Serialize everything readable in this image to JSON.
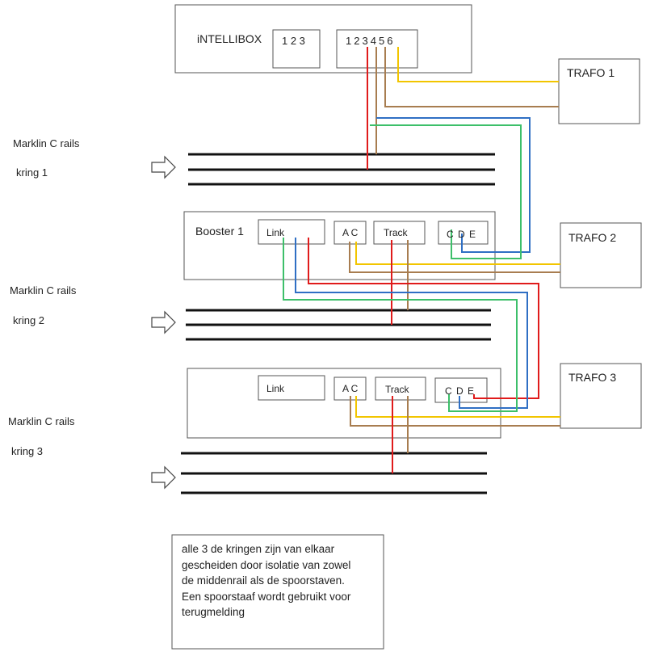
{
  "intellibox": {
    "title": "iNTELLIBOX",
    "port_group_a": "1 2 3",
    "port_group_b": "1 2 3 4 5 6"
  },
  "trafos": [
    "TRAFO 1",
    "TRAFO 2",
    "TRAFO 3"
  ],
  "rail_sections": [
    {
      "name": "Marklin C rails",
      "circuit": "kring 1"
    },
    {
      "name": "Marklin C rails",
      "circuit": "kring 2"
    },
    {
      "name": "Marklin C rails",
      "circuit": "kring 3"
    }
  ],
  "boosters": [
    {
      "title": "Booster 1",
      "link": "Link",
      "ac": "A C",
      "track": "Track",
      "cde": "C D E"
    },
    {
      "title": "",
      "link": "Link",
      "ac": "A C",
      "track": "Track",
      "cde": "C D E"
    }
  ],
  "note_lines": [
    "alle 3 de kringen zijn van elkaar",
    "gescheiden door isolatie van zowel",
    "de middenrail als de spoorstaven.",
    "Een spoorstaaf wordt gebruikt voor",
    "terugmelding"
  ],
  "colors": {
    "red": "#e01b1b",
    "blue": "#2f6fc4",
    "green": "#3dbf6a",
    "brown": "#a87d50",
    "yellow": "#f2c500",
    "rail": "#111111",
    "box": "#444444"
  }
}
